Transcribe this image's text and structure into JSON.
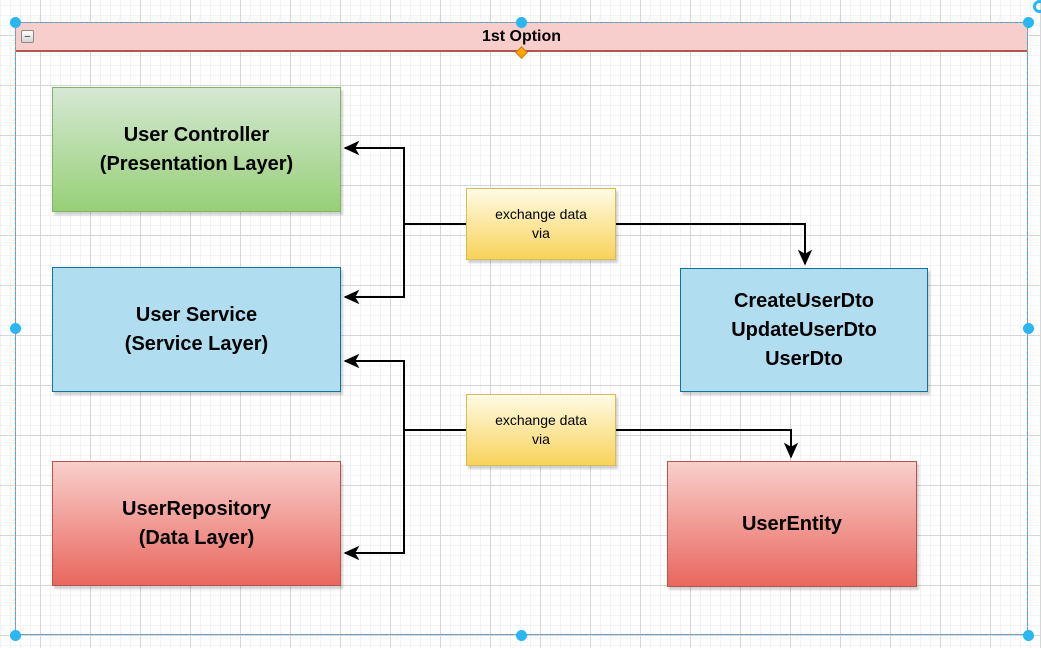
{
  "canvas": {
    "background": "#ffffff",
    "grid_minor_color": "#f3f3f3",
    "grid_major_color": "#d6d6d6"
  },
  "selection": {
    "handle_color": "#29b6f2",
    "dash_color": "#29b6f2",
    "frame_underlay_color": "#e8837b",
    "connection_diamond_color": "#ffa50a"
  },
  "container": {
    "title": "1st Option",
    "collapse_button_glyph": "−",
    "header_fill": "#f8cecc",
    "border_color": "#b85450"
  },
  "nodes": [
    {
      "id": "user-controller",
      "label": "User Controller\n(Presentation Layer)",
      "style": "green-gradient",
      "colors": {
        "top": "#d5e8d4",
        "bottom": "#97d077",
        "border": "#82b366"
      }
    },
    {
      "id": "user-service",
      "label": "User Service\n(Service Layer)",
      "style": "blue-flat",
      "colors": {
        "fill": "#b1ddf0",
        "border": "#10739e"
      }
    },
    {
      "id": "user-repository",
      "label": "UserRepository\n(Data Layer)",
      "style": "red-gradient",
      "colors": {
        "top": "#f9cfcb",
        "bottom": "#e9675e",
        "border": "#b85450"
      }
    },
    {
      "id": "user-dto",
      "label": "CreateUserDto\nUpdateUserDto\nUserDto",
      "style": "blue-flat",
      "colors": {
        "fill": "#b1ddf0",
        "border": "#10739e"
      }
    },
    {
      "id": "user-entity",
      "label": "UserEntity",
      "style": "red-gradient",
      "colors": {
        "top": "#f9cfcb",
        "bottom": "#e9675e",
        "border": "#b85450"
      }
    }
  ],
  "edges": [
    {
      "id": "edge-top",
      "label": "exchange data\nvia",
      "connects": [
        "user-controller",
        "user-service",
        "user-dto"
      ],
      "arrow_color": "#000000",
      "label_colors": {
        "top": "#fffbe5",
        "bottom": "#f8d35a",
        "border": "#d8ba56"
      }
    },
    {
      "id": "edge-bottom",
      "label": "exchange data\nvia",
      "connects": [
        "user-service",
        "user-repository",
        "user-entity"
      ],
      "arrow_color": "#000000",
      "label_colors": {
        "top": "#fffbe5",
        "bottom": "#f8d35a",
        "border": "#d8ba56"
      }
    }
  ]
}
